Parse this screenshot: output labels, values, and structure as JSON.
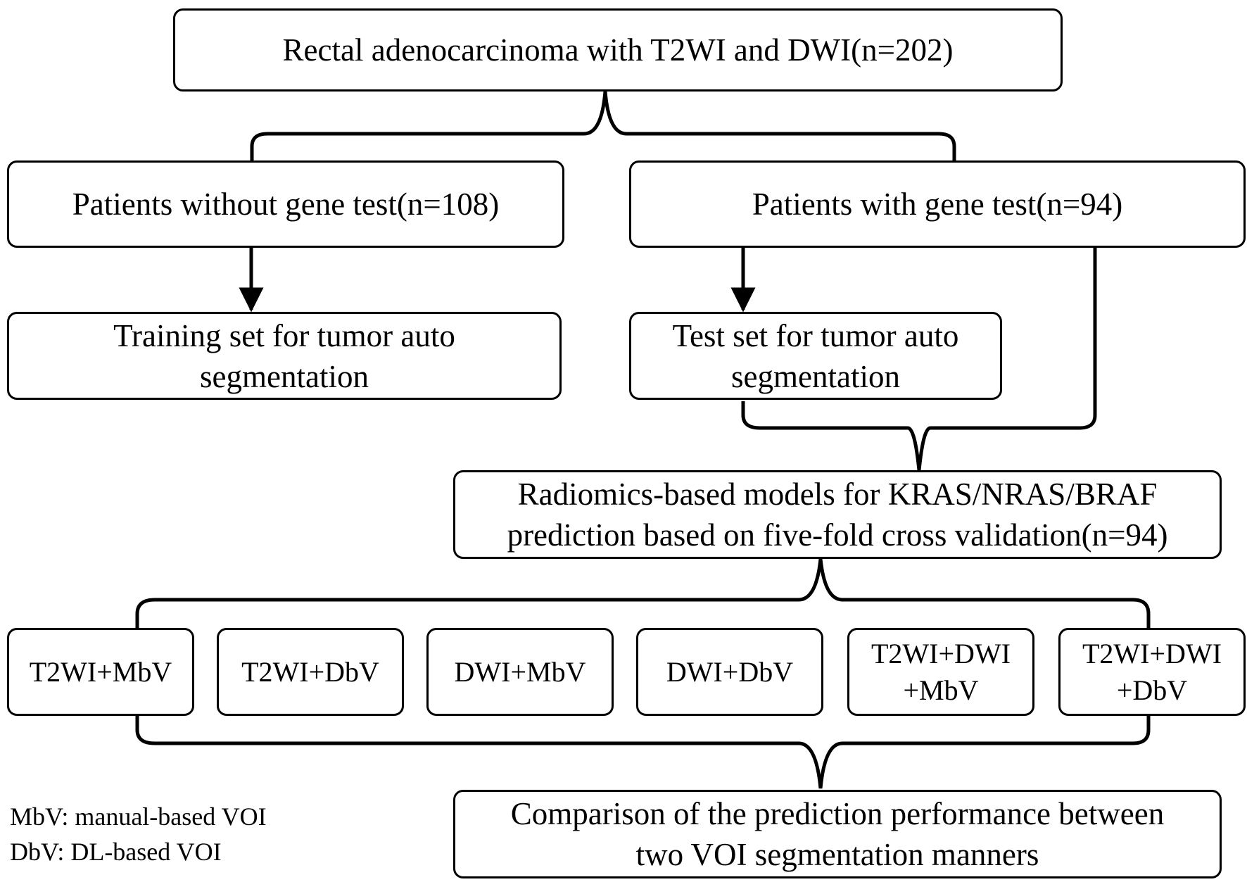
{
  "title_box": "Rectal adenocarcinoma with T2WI and DWI(n=202)",
  "left_box": "Patients without gene test(n=108)",
  "right_box": "Patients with gene test(n=94)",
  "training_box": {
    "line1": "Training set for tumor auto",
    "line2": "segmentation"
  },
  "test_box": {
    "line1": "Test set for tumor auto",
    "line2": "segmentation"
  },
  "models_box": {
    "line1": "Radiomics-based models for KRAS/NRAS/BRAF",
    "line2": "prediction based on five-fold cross validation(n=94)"
  },
  "variants": [
    {
      "line1": "T2WI+MbV",
      "line2": ""
    },
    {
      "line1": "T2WI+DbV",
      "line2": ""
    },
    {
      "line1": "DWI+MbV",
      "line2": ""
    },
    {
      "line1": "DWI+DbV",
      "line2": ""
    },
    {
      "line1": "T2WI+DWI",
      "line2": "+MbV"
    },
    {
      "line1": "T2WI+DWI",
      "line2": "+DbV"
    }
  ],
  "comparison_box": {
    "line1": "Comparison of the prediction performance between",
    "line2": "two VOI segmentation manners"
  },
  "legend": {
    "mbv": "MbV: manual-based VOI",
    "dbv": "DbV: DL-based VOI"
  }
}
